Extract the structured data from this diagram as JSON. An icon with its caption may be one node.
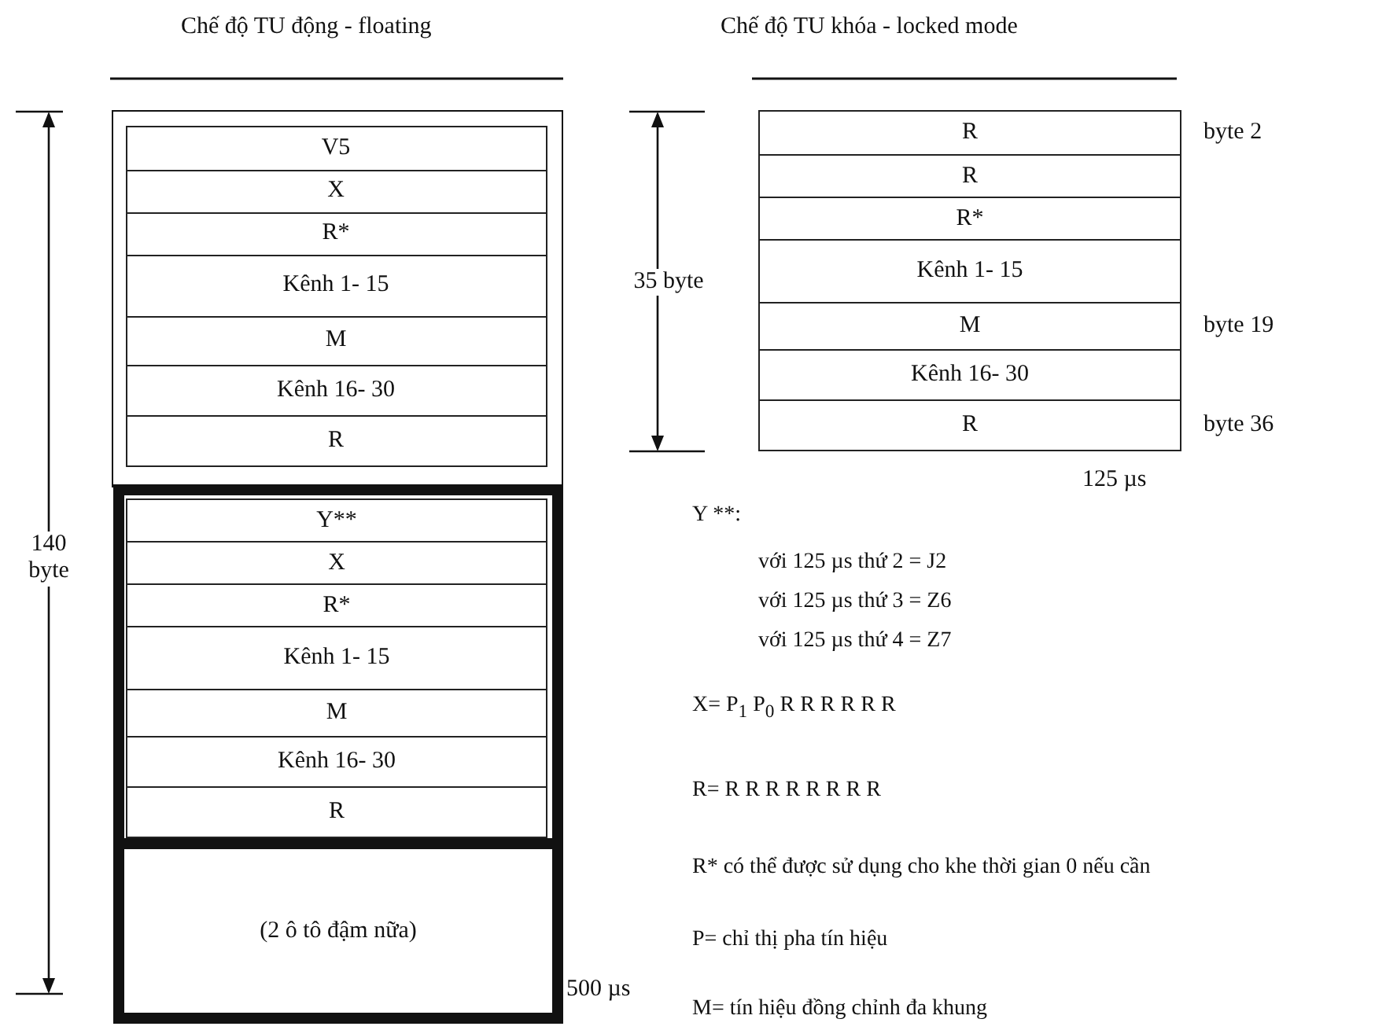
{
  "diagram": {
    "nodes": [
      {
        "text": [],
        "shape": "box"
      },
      {
        "text": [
          "V5"
        ],
        "in": 0
      },
      {
        "text": [
          "X"
        ],
        "in": 0
      },
      {
        "text": [
          "R*"
        ],
        "in": 0
      },
      {
        "text": [
          "Kênh 1- 15"
        ],
        "in": 0
      },
      {
        "text": [
          "M"
        ],
        "in": 0
      },
      {
        "text": [
          "Kênh 16- 30"
        ],
        "in": 0
      },
      {
        "text": [
          "R"
        ],
        "in": 0
      },
      {
        "text": [],
        "shape": "box"
      },
      {
        "text": [
          "Y**"
        ],
        "in": 8
      },
      {
        "text": [
          "X"
        ],
        "in": 8
      },
      {
        "text": [
          "R*"
        ],
        "in": 8
      },
      {
        "text": [
          "Kênh 1- 15"
        ],
        "in": 8
      },
      {
        "text": [
          "M"
        ],
        "in": 8
      },
      {
        "text": [
          "Kênh 16- 30"
        ],
        "in": 8
      },
      {
        "text": [
          "R"
        ],
        "in": 8
      },
      {
        "text": [
          "(2 ô tô đậm nữa)"
        ]
      },
      {
        "text": [
          "R"
        ],
        "beside": [
          "byte 2"
        ]
      },
      {
        "text": [
          "R"
        ]
      },
      {
        "text": [
          "R*"
        ]
      },
      {
        "text": [
          "Kênh 1- 15"
        ]
      },
      {
        "text": [
          "M"
        ],
        "beside": [
          "byte 19"
        ]
      },
      {
        "text": [
          "Kênh 16- 30"
        ]
      },
      {
        "text": [
          "R"
        ],
        "beside": [
          "byte 36"
        ]
      }
    ],
    "labels": [
      "Chế độ TU động - floating",
      "Chế độ TU khóa - locked mode",
      "140 byte",
      "35 byte",
      "125 µs",
      "500 µs",
      "Y **:",
      "với 125 µs thứ 2 = J2",
      "với 125 µs thứ 3 = Z6",
      "với 125 µs thứ 4 = Z7",
      "X= P$_{1}$ P$_{0}$ R R R R R R",
      "R= R R R R R R R R",
      "R* có thể được sử dụng cho khe thời gian 0 nếu cần",
      "P= chỉ thị pha tín hiệu",
      "M= tín hiệu đồng chỉnh đa khung"
    ]
  }
}
